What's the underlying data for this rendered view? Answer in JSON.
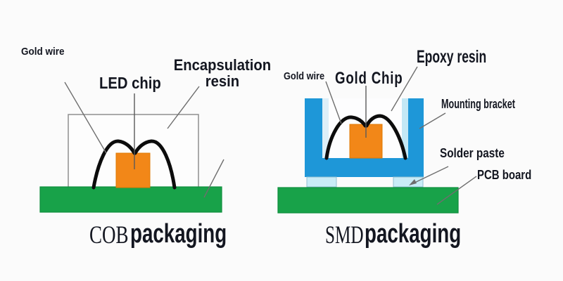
{
  "colors": {
    "pcb_green": "#18a249",
    "pcb_green_edge": "#0f8f3e",
    "chip_orange": "#f28718",
    "chip_orange_edge": "#e07a05",
    "bracket_blue": "#1e97d8",
    "solder_lightblue": "#c9ecf7",
    "cavity_white": "#fdfdfe",
    "resin_box_white": "#fdfdfd",
    "wire_black": "#0c0c0c",
    "leader_gray": "#6e6e6e",
    "text_dark": "#131620"
  },
  "left": {
    "title_prefix": "COB",
    "title_suffix": "packaging",
    "labels": {
      "gold_wire": "Gold wire",
      "led_chip": "LED chip",
      "encapsulation_resin_line1": "Encapsulation",
      "encapsulation_resin_line2": "resin"
    }
  },
  "right": {
    "title_prefix": "SMD",
    "title_suffix": "packaging",
    "labels": {
      "gold_wire": "Gold wire",
      "gold_chip": "Gold Chip",
      "epoxy_resin": "Epoxy resin",
      "mounting_bracket": "Mounting bracket",
      "solder_paste": "Solder paste",
      "pcb_board": "PCB board"
    }
  }
}
